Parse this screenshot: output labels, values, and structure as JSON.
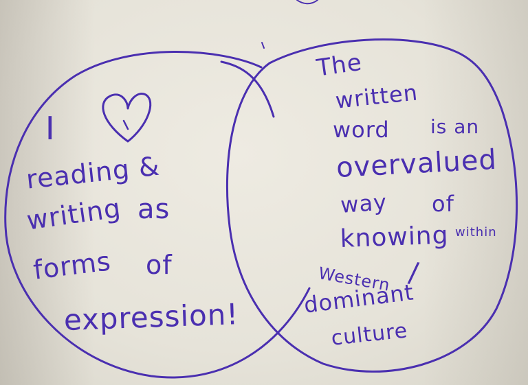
{
  "ink_color": "#4a2fb0",
  "paper_color": "#e9e6dc",
  "icons": [
    "heart-icon"
  ],
  "left_circle": {
    "line1": "I",
    "line2": "reading &",
    "line3": "writing",
    "line4": "as",
    "line5": "forms",
    "line6": "of",
    "line7": "expression!"
  },
  "right_circle": {
    "line1": "The",
    "line2": "written",
    "line3": "word",
    "line4": "is an",
    "line5": "overvalued",
    "line6": "way",
    "line7": "of",
    "line8": "knowing",
    "line9": "within",
    "line10": "Western",
    "line11": "/",
    "line12": "dominant",
    "line13": "culture"
  }
}
